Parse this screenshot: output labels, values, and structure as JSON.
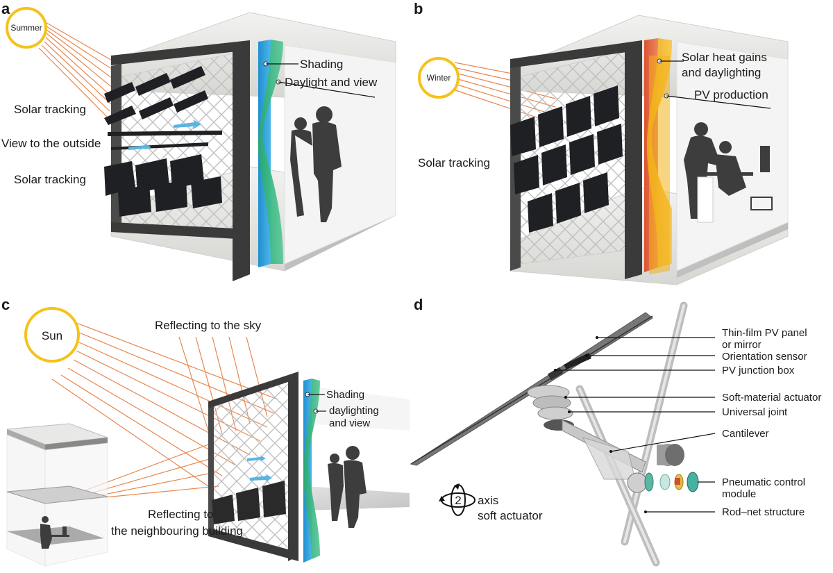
{
  "colors": {
    "sun": "#f5c21b",
    "ray": "#e8874e",
    "shading_band": "#2a9fd6",
    "daylight_band": "#2bb07a",
    "heat_band": "#e1603a",
    "pv_band": "#f2b31a",
    "frame": "#3a3a3a",
    "concrete": "#e4e4e2",
    "panel": "#1f2024",
    "arrow": "#5ab4e0"
  },
  "panels": {
    "a": {
      "letter": "a",
      "sun_label": "Summer",
      "labels": {
        "shading": "Shading",
        "daylight_view": "Daylight and view",
        "solar_tracking_top": "Solar tracking",
        "view_outside": "View to the outside",
        "solar_tracking_bottom": "Solar tracking"
      }
    },
    "b": {
      "letter": "b",
      "sun_label": "Winter",
      "labels": {
        "heat_gains_line1": "Solar heat gains",
        "heat_gains_line2": "and daylighting",
        "pv_production": "PV production",
        "solar_tracking": "Solar tracking"
      }
    },
    "c": {
      "letter": "c",
      "sun_label": "Sun",
      "labels": {
        "reflect_sky": "Reflecting to the sky",
        "shading_line1": "Shading",
        "shading_line2": "daylighting",
        "shading_line3": "and view",
        "reflect_neighbour_line1": "Reflecting to",
        "reflect_neighbour_line2": "the neighbouring building"
      }
    },
    "d": {
      "letter": "d",
      "components": {
        "pv_panel_line1": "Thin-film PV panel",
        "pv_panel_line2": "or mirror",
        "orientation_sensor": "Orientation sensor",
        "junction_box": "PV junction box",
        "soft_actuator": "Soft-material actuator",
        "universal_joint": "Universal joint",
        "cantilever": "Cantilever",
        "pneumatic_line1": "Pneumatic control",
        "pneumatic_line2": "module",
        "rod_net": "Rod–net structure"
      },
      "axis_number": "2",
      "axis_line1": "axis",
      "axis_line2": "soft actuator"
    }
  }
}
